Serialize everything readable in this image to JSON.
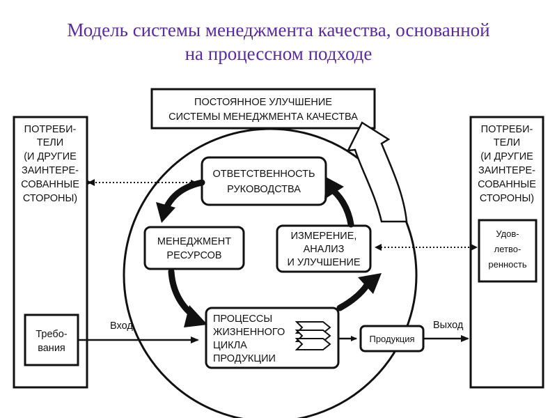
{
  "title": {
    "line1": "Модель системы менеджмента качества, основанной",
    "line2": "на процессном подходе"
  },
  "improvement": {
    "line1": "ПОСТОЯННОЕ УЛУЧШЕНИЕ",
    "line2": "СИСТЕМЫ МЕНЕДЖМЕНТА КАЧЕСТВА"
  },
  "left_party": {
    "lines": [
      "ПОТРЕБИ-",
      "ТЕЛИ",
      "(И ДРУГИЕ",
      "ЗАИНТЕРЕ-",
      "СОВАННЫЕ",
      "СТОРОНЫ)"
    ],
    "requirements": [
      "Требо-",
      "вания"
    ]
  },
  "right_party": {
    "lines": [
      "ПОТРЕБИ-",
      "ТЕЛИ",
      "(И ДРУГИЕ",
      "ЗАИНТЕРЕ-",
      "СОВАННЫЕ",
      "СТОРОНЫ)"
    ],
    "satisfaction": [
      "Удов-",
      "летво-",
      "ренность"
    ]
  },
  "processes": {
    "management": [
      "ОТВЕТСТВЕННОСТЬ",
      "РУКОВОДСТВА"
    ],
    "resources": [
      "МЕНЕДЖМЕНТ",
      "РЕСУРСОВ"
    ],
    "measurement": [
      "ИЗМЕРЕНИЕ,",
      "АНАЛИЗ",
      "И УЛУЧШЕНИЕ"
    ],
    "lifecycle": [
      "ПРОЦЕССЫ",
      "ЖИЗНЕННОГО",
      "ЦИКЛА",
      "ПРОДУКЦИИ"
    ]
  },
  "flows": {
    "input": "Вход",
    "output": "Выход",
    "product": "Продукция"
  }
}
